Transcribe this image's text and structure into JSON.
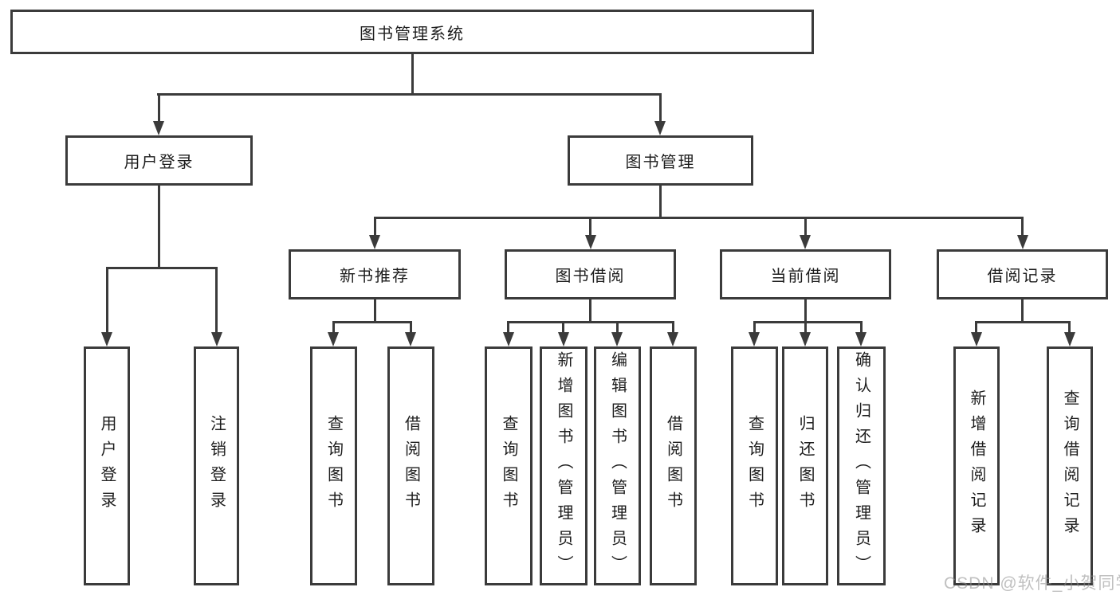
{
  "nodes": {
    "root": "图书管理系统",
    "user_login": "用户登录",
    "book_mgmt": "图书管理",
    "new_book_rec": "新书推荐",
    "book_borrow": "图书借阅",
    "current_borrow": "当前借阅",
    "borrow_records": "借阅记录",
    "leaf_user_login": "用户登录",
    "leaf_logout": "注销登录",
    "nb_query_books": "查询图书",
    "nb_borrow_books": "借阅图书",
    "bb_query_books": "查询图书",
    "bb_add_books": "新增图书（管理员）",
    "bb_edit_books": "编辑图书（管理员）",
    "bb_borrow_books": "借阅图书",
    "cb_query_books": "查询图书",
    "cb_return_books": "归还图书",
    "cb_confirm_return": "确认归还（管理员）",
    "br_add_record": "新增借阅记录",
    "br_query_record": "查询借阅记录"
  },
  "watermark": "CSDN @软件_小贺同学",
  "colors": {
    "line": "#3b3b3b",
    "text": "#1d1d1d",
    "watermark": "#8d8d8d",
    "background": "#ffffff"
  }
}
